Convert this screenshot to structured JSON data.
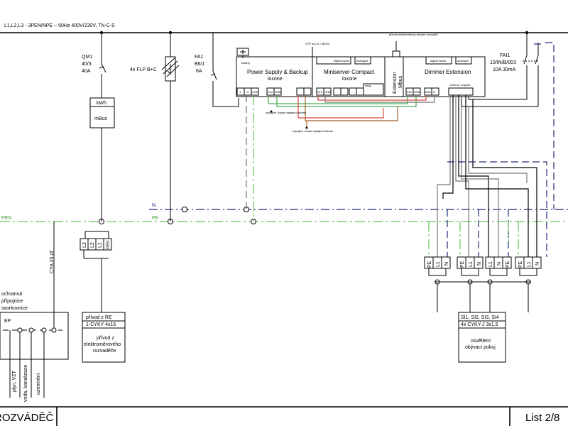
{
  "header": {
    "supply_text": "L1,L2,L3 - 3PEN/NPE ~ 50Hz 400V/230V, TN-C-S"
  },
  "rails": {
    "n_label": "N",
    "pe_label": "PE",
    "pen_label": "PEN"
  },
  "qm1": {
    "name": "QM1",
    "rating": "40/3",
    "current": "40A"
  },
  "meter": {
    "kwh": "kWh",
    "mbus": "mBus"
  },
  "terminals_main": [
    "L3",
    "L2",
    "L1",
    "PEN"
  ],
  "surge": {
    "label": "4x FLP B+C"
  },
  "fa1_left": {
    "name": "FA1",
    "curve": "B6/1",
    "current": "6A"
  },
  "fa1_right": {
    "name": "FAI1",
    "spec": "10/IN/B/003",
    "ratings": "10A 30mA"
  },
  "loxone": {
    "power_supply": "Power Supply & Backup",
    "power_supply_sub": "loxone",
    "miniserver": "Miniserver Compact",
    "miniserver_sub": "loxone",
    "extension": "Extension",
    "extension_sub": "Mbus",
    "dimmer": "Dimmer Extension",
    "battery": "battery",
    "ip_note": "UTP out to > BAGS",
    "digital_inputs": "digital inputs",
    "analogue": "analogue",
    "relay": "relay",
    "dimmer_outputs": "Dimmer outputs",
    "extension_note": "přívod\nelektroměrový\nvstupní\nrozvaděč",
    "ps_terminals": [
      "1",
      "N",
      "GND"
    ],
    "ms_terminals_a": [
      "24V",
      "GND"
    ],
    "ms_terminals_b": [
      "24V",
      "GND"
    ],
    "ms_terminals_c": [
      "24V",
      "GND"
    ],
    "dim_terminals_a": [
      "24V",
      "GND"
    ],
    "dim_terminals_b": [
      "GND",
      "N"
    ],
    "small_note_a": "napájení zdroje\nnapájení baterie",
    "small_note_b": "napájení zdroje\nnapájení baterie"
  },
  "ground_bar": {
    "note_lines": [
      "ochranná",
      "přípojnice",
      "svorkovnice"
    ],
    "label": "EP",
    "branches": [
      "plyn, VZT",
      "voda, kanalizace",
      "uzemnění"
    ],
    "cable": "CYA 25 zž"
  },
  "supply_box": {
    "title": "přívod z RE",
    "cable": "1-CYKY 4x16",
    "desc": "přívod z\nelektroměrového\nrozvaděče"
  },
  "lights_box": {
    "title": "SI1, SI2, SI3, SI4",
    "cable": "4x CYKY-J 3x1,5",
    "desc": "osvětlení\nobývací pokoj"
  },
  "outlet_terminals": [
    [
      "PE",
      "L1",
      "N"
    ],
    [
      "PE",
      "L1",
      "N"
    ],
    [
      "L1",
      "N",
      "PE"
    ],
    [
      "PE",
      "L1",
      "N"
    ]
  ],
  "footer": {
    "title": "ROZVÁDĚČ",
    "page": "List 2/8"
  }
}
